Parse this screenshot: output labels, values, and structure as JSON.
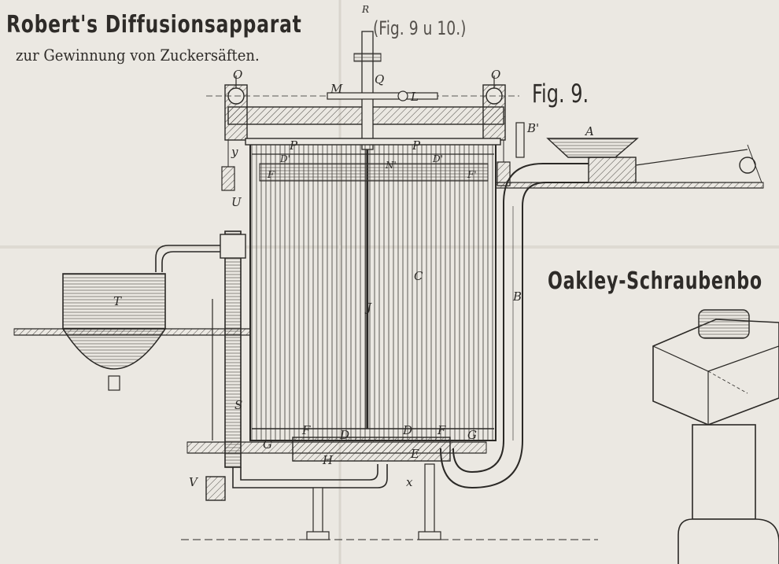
{
  "title": "Robert's Diffusionsapparat",
  "title_reference": "(Fig. 9 u 10.)",
  "subtitle": "zur Gewinnung von Zuckersäften.",
  "figure_label": "Fig. 9.",
  "second_heading": "Oakley-Schraubenbo",
  "part_labels": {
    "R": "R",
    "Q": "Q",
    "M": "M",
    "L": "L",
    "O_left": "O",
    "O_right": "O",
    "B_prime": "B'",
    "A": "A",
    "P_left": "P",
    "P_right": "P",
    "D_prime_left": "D'",
    "N_prime": "N'",
    "D_prime_right": "D'",
    "F_prime_left": "F'",
    "F_prime_right": "F'",
    "y": "y",
    "U": "U",
    "T": "T",
    "C": "C",
    "J": "J",
    "B": "B",
    "S": "S",
    "G_left": "G",
    "F_left": "F",
    "D_left": "D",
    "D_right": "D",
    "F_right": "F",
    "G_right": "G",
    "H": "H",
    "E": "E",
    "V": "V",
    "x": "x"
  },
  "colors": {
    "paper": "#ebe8e2",
    "ink": "#2b2926",
    "fold": "#d9d5cd"
  }
}
